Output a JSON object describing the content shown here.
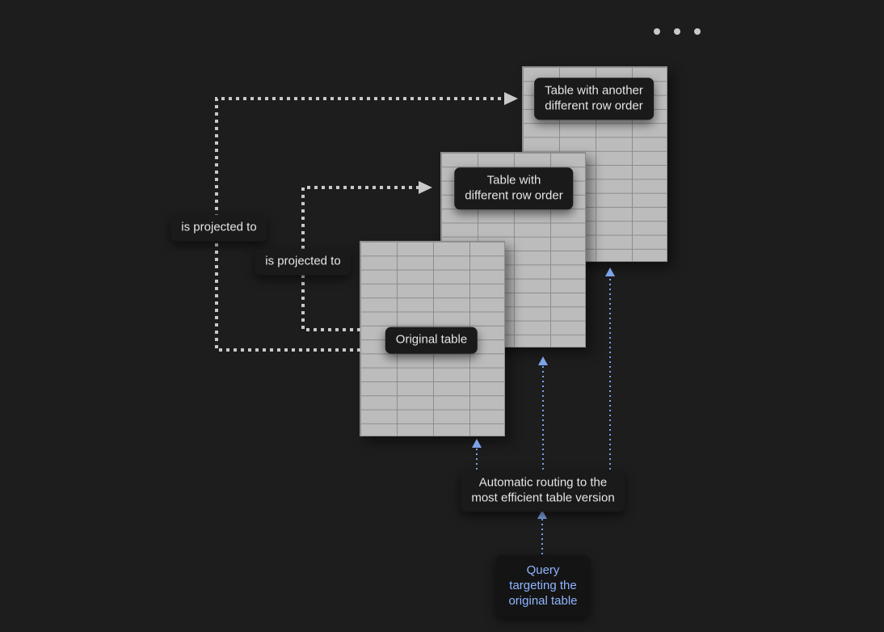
{
  "colors": {
    "canvas-bg": "#1d1d1d",
    "table-fill": "#bcbcbc",
    "table-line": "#8d8d8d",
    "label-bg": "#1a1a1a",
    "label-text": "#e6e6e6",
    "gray-arrow": "#c9c9c9",
    "blue-arrow": "#7da4e8",
    "query-text": "#8fb5ff",
    "dot-color": "#c9c9c9"
  },
  "diagram": {
    "dots_count": 3,
    "tables": [
      {
        "id": "table-another-row-order",
        "label": "Table with another\ndifferent row order",
        "rows": 14,
        "cols": 4
      },
      {
        "id": "table-different-row-order",
        "label": "Table with\ndifferent row order",
        "rows": 14,
        "cols": 4
      },
      {
        "id": "table-original",
        "label": "Original table",
        "rows": 14,
        "cols": 4
      }
    ],
    "edges": {
      "outer_projection_label": "is projected to",
      "inner_projection_label": "is projected to"
    },
    "routing_note": "Automatic routing to the\nmost efficient table version",
    "query_note": "Query\ntargeting the\noriginal table"
  }
}
